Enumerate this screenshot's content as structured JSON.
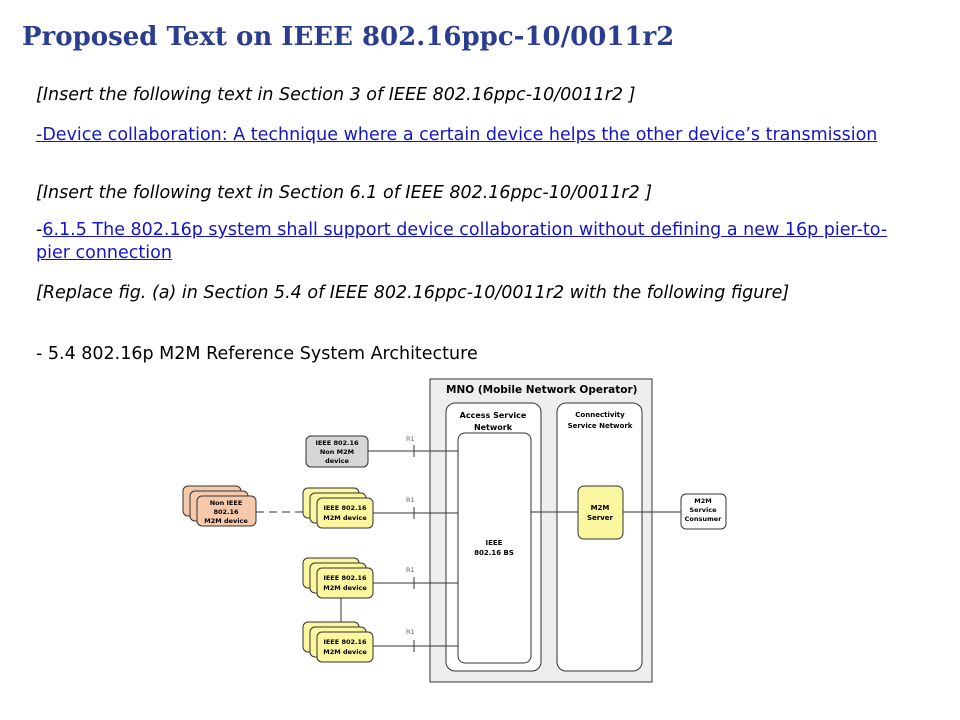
{
  "title": "Proposed Text on IEEE 802.16ppc-10/0011r2",
  "paragraphs": {
    "p1": "[Insert the following text in Section 3 of IEEE 802.16ppc-10/0011r2 ]",
    "p2": "-Device collaboration: A technique where a certain device helps the other device’s transmission",
    "p3": "[Insert the following text in Section 6.1 of IEEE 802.16ppc-10/0011r2 ]",
    "p4_prefix": "-",
    "p4_link": "6.1.5 The 802.16p system shall support device collaboration without defining a new 16p pier-to-pier connection",
    "p5": "[Replace fig. (a) in Section 5.4 of IEEE 802.16ppc-10/0011r2  with the following figure]",
    "p6": "- 5.4 802.16p M2M Reference System Architecture"
  },
  "diagram": {
    "mno_label": "MNO (Mobile Network Operator)",
    "asn_label_1": "Access Service",
    "asn_label_2": "Network",
    "csn_label_1": "Connectivity",
    "csn_label_2": "Service Network",
    "bs_label_1": "IEEE",
    "bs_label_2": "802.16 BS",
    "m2m_server_1": "M2M",
    "m2m_server_2": "Server",
    "consumer_1": "M2M",
    "consumer_2": "Service",
    "consumer_3": "Consumer",
    "non_m2m_1": "IEEE 802.16",
    "non_m2m_2": "Non M2M",
    "non_m2m_3": "device",
    "non_ieee_1": "Non IEEE",
    "non_ieee_2": "802.16",
    "non_ieee_3": "M2M device",
    "m2m_dev_1": "IEEE 802.16",
    "m2m_dev_2": "M2M device",
    "r1": "R1",
    "colors": {
      "mno_fill": "#eeeeee",
      "device_yellow": "#fbf6a0",
      "non_ieee_orange": "#f6c9ab",
      "non_m2m_gray": "#d6d6d6"
    }
  }
}
